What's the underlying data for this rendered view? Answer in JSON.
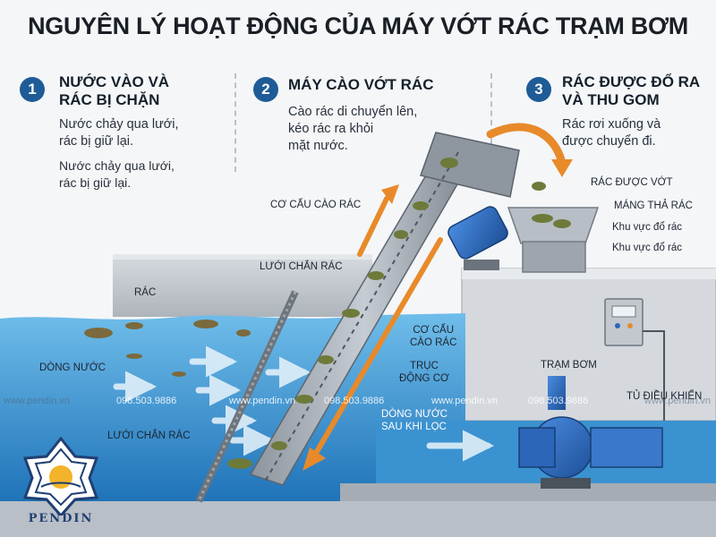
{
  "title": "NGUYÊN LÝ HOẠT ĐỘNG CỦA MÁY VỚT RÁC TRẠM BƠM",
  "steps": [
    {
      "number": "1",
      "heading_line1": "NƯỚC VÀO VÀ",
      "heading_line2": "RÁC BỊ CHẶN",
      "text_block1_line1": "Nước chảy qua lưới,",
      "text_block1_line2": "rác bị giữ lại.",
      "text_block2_line1": "Nước chảy qua lưới,",
      "text_block2_line2": "rác bị giữ lại."
    },
    {
      "number": "2",
      "heading_line1": "MÁY CÀO VỚT RÁC",
      "text_line1": "Cào rác di chuyển lên,",
      "text_line2": "kéo rác ra khỏi",
      "text_line3": "mặt nước."
    },
    {
      "number": "3",
      "heading_line1": "RÁC ĐƯỢC ĐỔ RA",
      "heading_line2": "VÀ THU GOM",
      "text_line1": "Rác rơi xuống và",
      "text_line2": "được chuyển đi."
    }
  ],
  "labels": {
    "co_cau_cao_rac_top": "CƠ CẤU CÀO RÁC",
    "rac_duoc_vot": "RÁC ĐƯỢC VỚT",
    "mang_tha_rac": "MÁNG THẢ RÁC",
    "khu_vuc_do_rac_1": "Khu vực đổ rác",
    "khu_vuc_do_rac_2": "Khu vực đổ rác",
    "luoi_chan_rac_top": "LƯỚI CHẮN RÁC",
    "rac": "RÁC",
    "dong_nuoc": "DÒNG NƯỚC",
    "co_cau_cao_rac_mid_line1": "CƠ CẤU",
    "co_cau_cao_rac_mid_line2": "CÀO RÁC",
    "truc_dong_co_line1": "TRỤC",
    "truc_dong_co_line2": "ĐỘNG CƠ",
    "tram_bom": "TRẠM BƠM",
    "tu_dieu_khien": "TỦ ĐIỀU KHIỂN",
    "dong_nuoc_sau_loc_line1": "DÒNG NƯỚC",
    "dong_nuoc_sau_loc_line2": "SAU KHI LỌC",
    "luoi_chan_rac_bottom": "LƯỚI CHẮN RÁC"
  },
  "watermarks": {
    "site_1": "www.pendin.vn",
    "phone_1": "098.503.9886",
    "site_2": "www.pendin.vn",
    "phone_2": "098.503.9886",
    "site_3": "www.pendin.vn",
    "phone_3": "098.503.9886",
    "site_4": "www.pendin.vn"
  },
  "logo": {
    "text": "PENDIN"
  },
  "colors": {
    "step_badge": "#1f5b97",
    "water": "#3d9ad6",
    "flow_arrow": "#e88a2a",
    "concrete": "#c9ced4",
    "pump": "#2c66b8"
  }
}
